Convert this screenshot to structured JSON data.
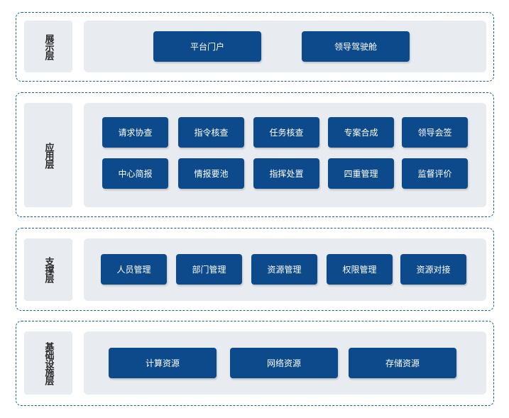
{
  "layers": [
    {
      "label": "展示层",
      "buttons": [
        "平台门户",
        "领导驾驶舱"
      ]
    },
    {
      "label": "应用层",
      "buttons": [
        "请求协查",
        "指令核查",
        "任务核查",
        "专案合成",
        "领导会签",
        "中心简报",
        "情报要池",
        "指挥处置",
        "四重管理",
        "监督评价"
      ]
    },
    {
      "label": "支撑层",
      "buttons": [
        "人员管理",
        "部门管理",
        "资源管理",
        "权限管理",
        "资源对接"
      ]
    },
    {
      "label": "基础设施层",
      "buttons": [
        "计算资源",
        "网络资源",
        "存储资源"
      ]
    }
  ],
  "colors": {
    "button": "#0d4a8c",
    "panel": "#e8ecf0",
    "border": "#1f5a9a"
  }
}
